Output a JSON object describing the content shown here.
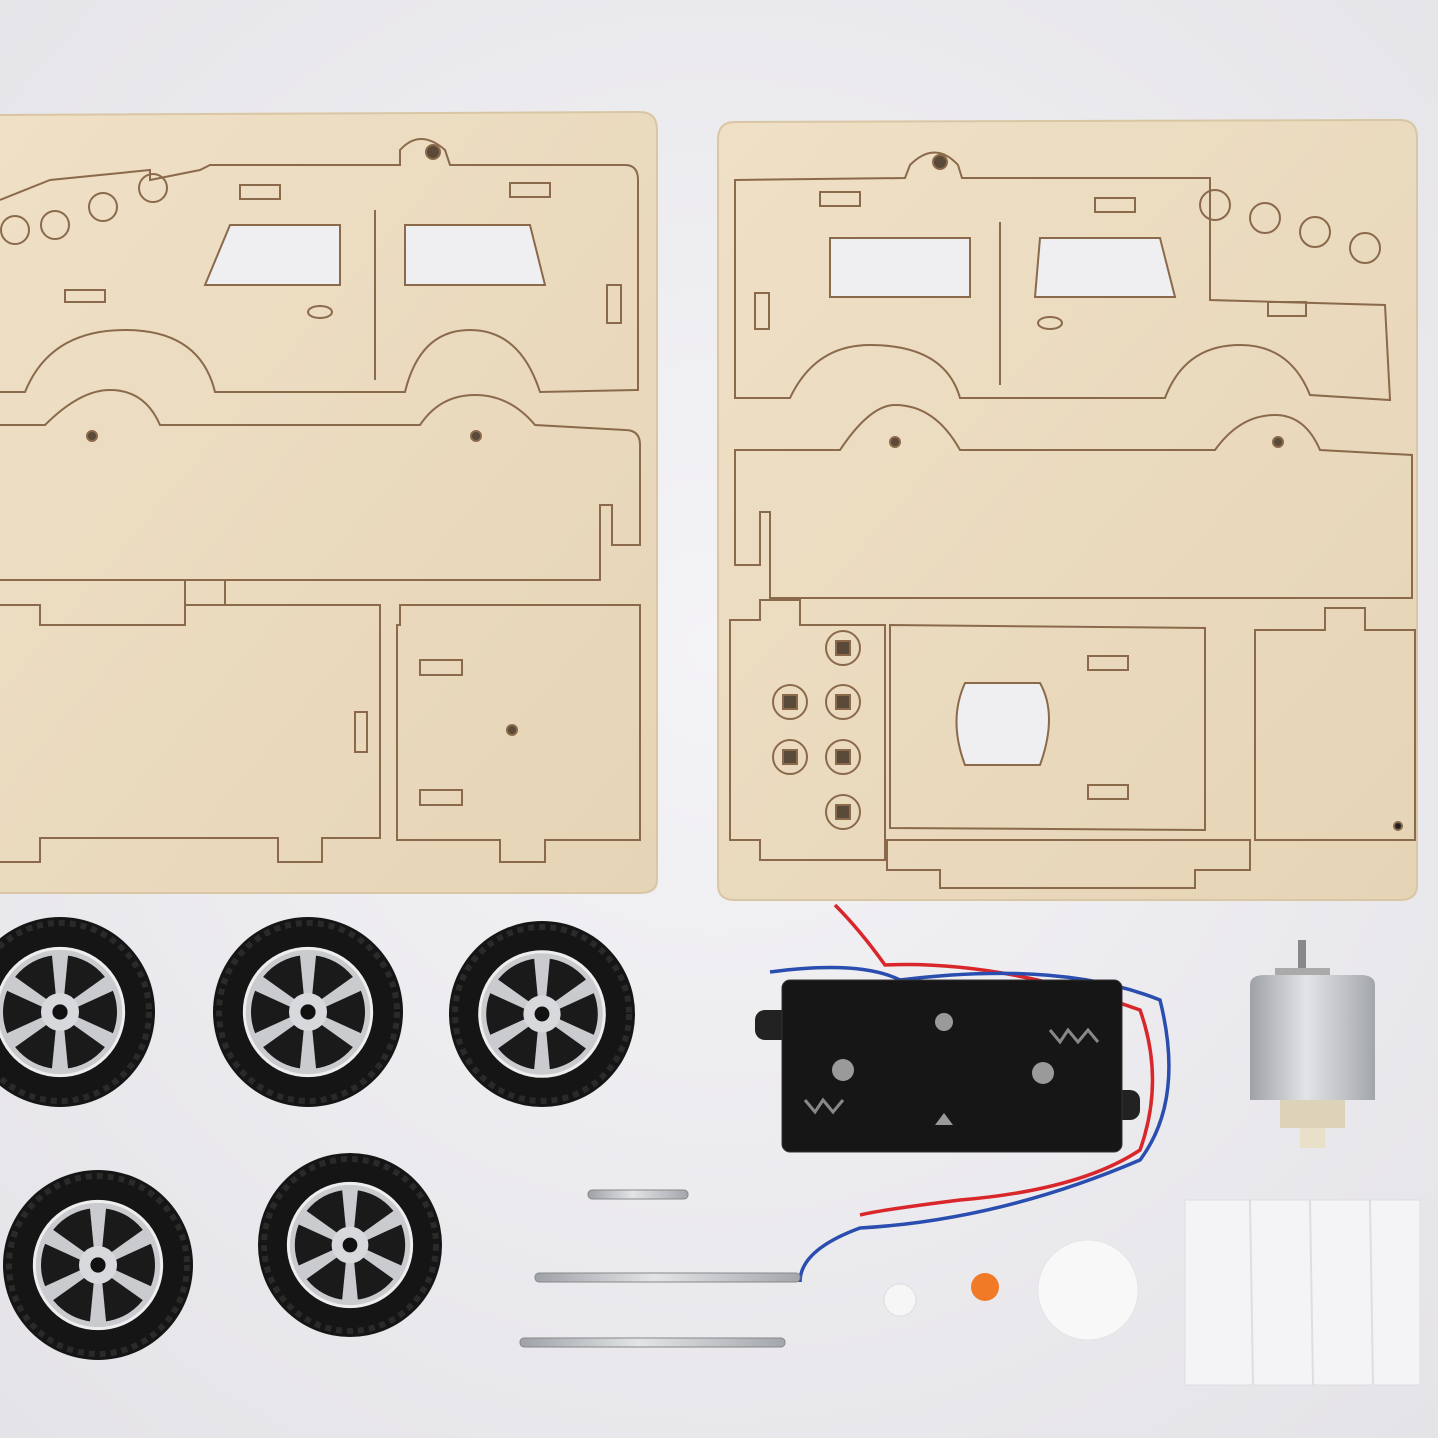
{
  "colors": {
    "background": "#efeef1",
    "plywood": "#ecdcc1",
    "cut_line": "#8a6a4a",
    "tire": "#151515",
    "rim": "#c9cbcf",
    "battery_holder": "#161616",
    "motor": "#c4c6ca",
    "wire_red": "#d8262b",
    "wire_blue": "#2a4db0",
    "axle": "#9a9ca2",
    "foam": "#f4f4f6",
    "gear_orange": "#f07a26"
  },
  "objects": {
    "wooden_sheets": 2,
    "wheels": 5,
    "axles": 3,
    "battery_holder": 1,
    "motor": 1,
    "gears": 3,
    "foam_pads": 1
  }
}
